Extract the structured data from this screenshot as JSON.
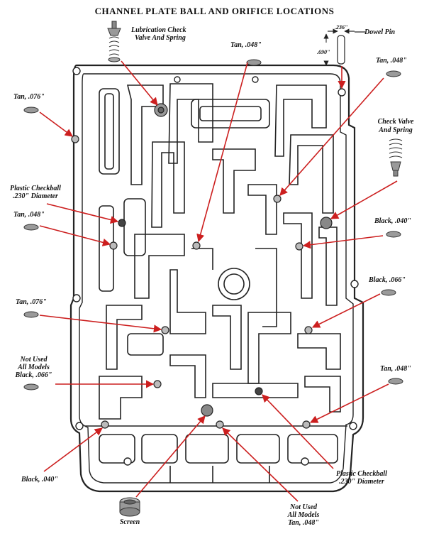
{
  "title": "CHANNEL PLATE BALL AND ORIFICE LOCATIONS",
  "colors": {
    "arrow": "#cc1f1f",
    "line": "#222222",
    "disc": "#9a9a9a"
  },
  "dowel": {
    "width": ".236\"",
    "height": ".690\""
  },
  "labels": {
    "lub_check_1": "Lubrication Check",
    "lub_check_2": "Valve And Spring",
    "tan048_top": "Tan, .048\"",
    "dowel_pin": "Dowel Pin",
    "tan048_right": "Tan, .048\"",
    "tan076_left": "Tan, .076\"",
    "check_valve_1": "Check Valve",
    "check_valve_2": "And Spring",
    "plastic_l1": "Plastic Checkball",
    "plastic_l2": ".230\" Diameter",
    "tan048_left": "Tan, .048\"",
    "black040_right": "Black, .040\"",
    "black066_right": "Black, .066\"",
    "tan076_mid": "Tan, .076\"",
    "notused_l1": "Not Used",
    "notused_l2": "All Models",
    "notused_l3": "Black, .066\"",
    "tan048_br": "Tan, .048\"",
    "black040_bl": "Black, .040\"",
    "plastic_b1": "Plastic Checkball",
    "plastic_b2": ".230\" Diameter",
    "notused_b1": "Not Used",
    "notused_b2": "All Models",
    "notused_b3": "Tan, .048\"",
    "screen": "Screen"
  }
}
